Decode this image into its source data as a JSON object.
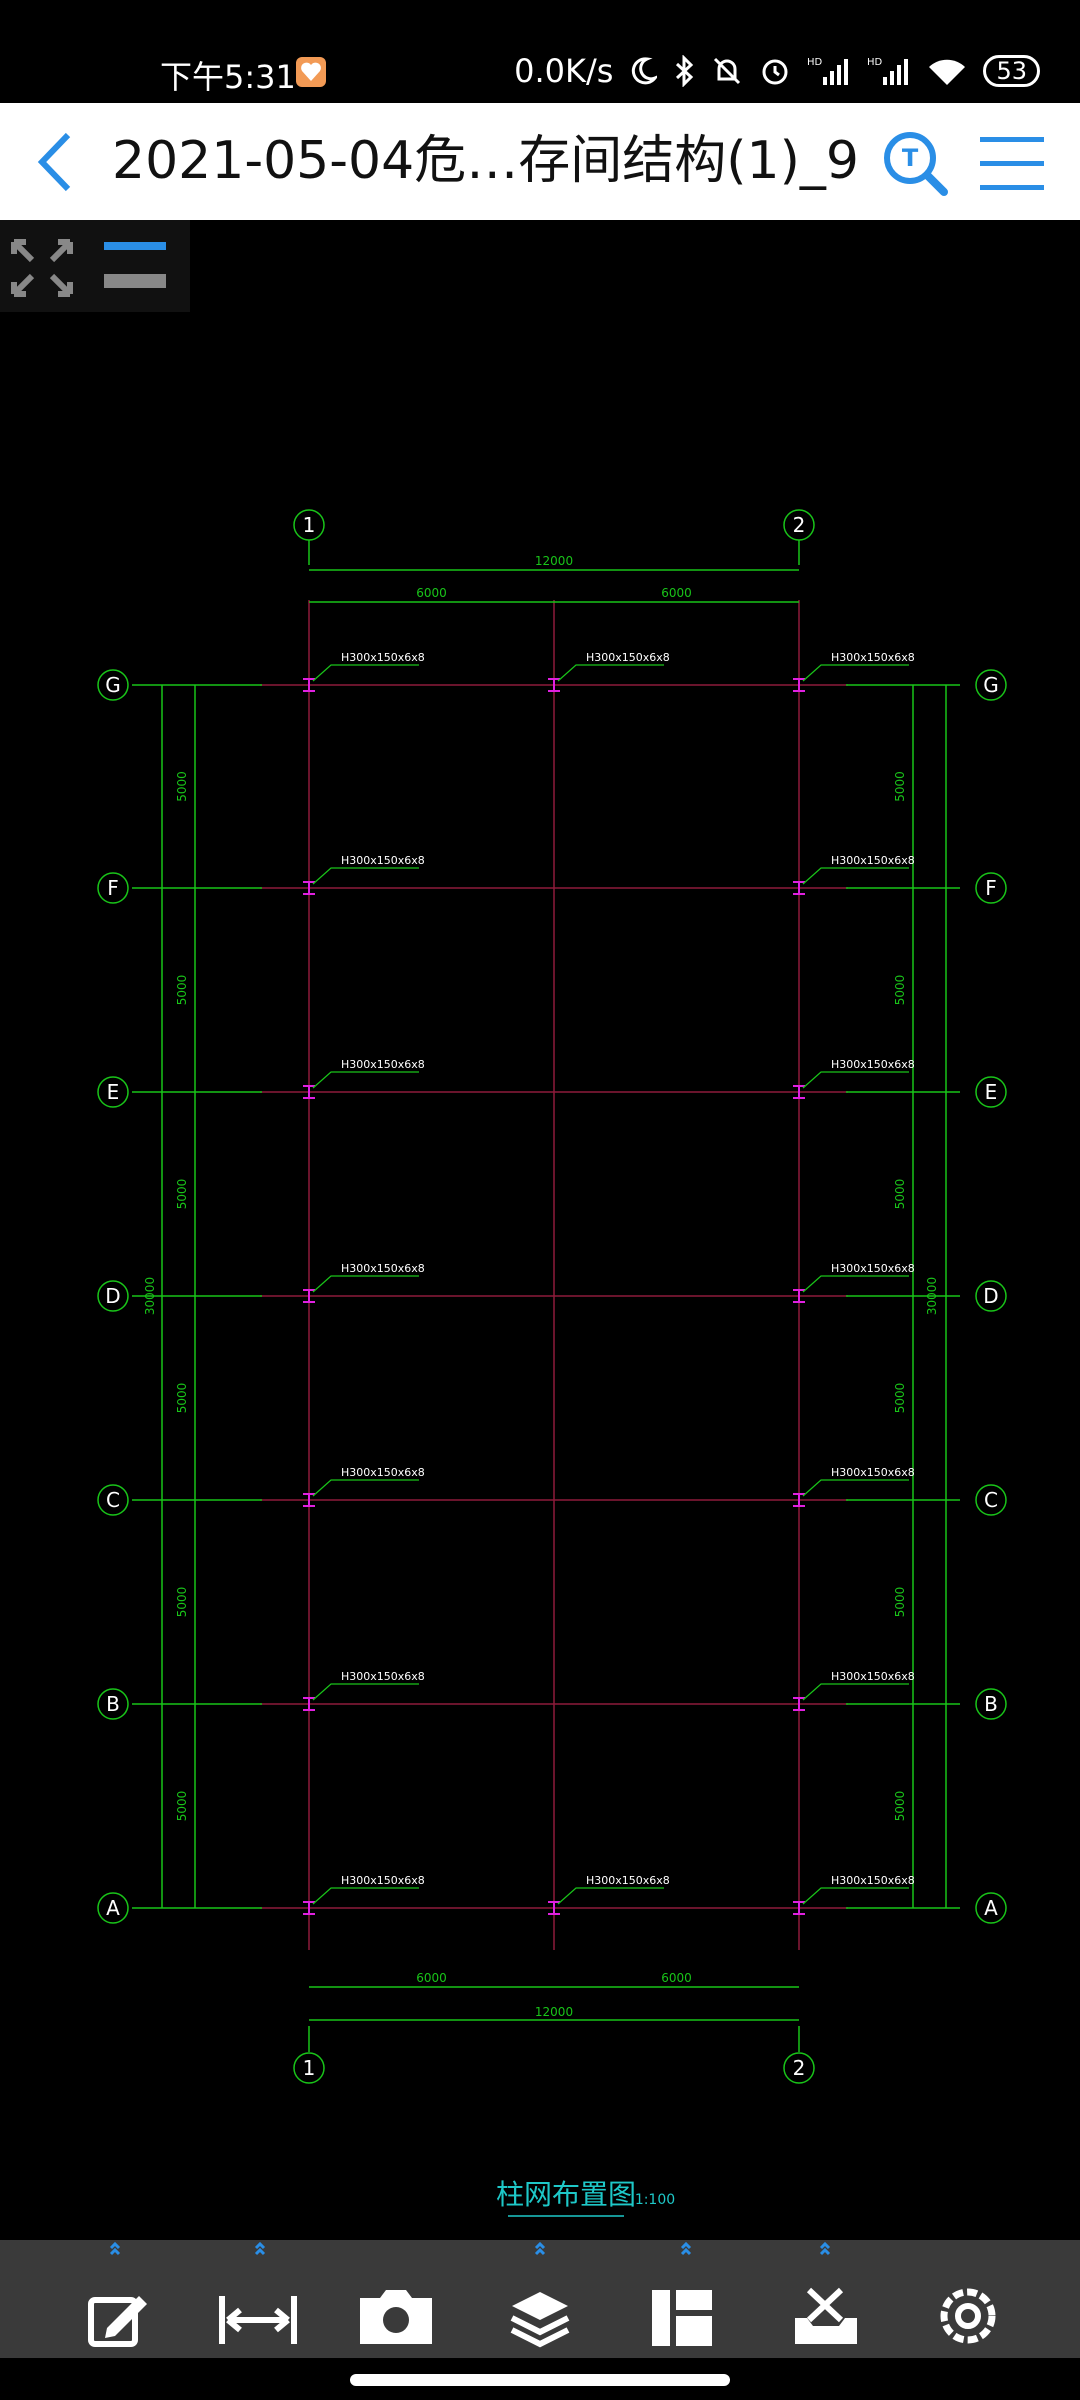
{
  "status_bar": {
    "time": "下午5:31",
    "net_speed": "0.0K/s",
    "battery": "53"
  },
  "header": {
    "title": "2021-05-04危…存间结构(1)_9",
    "back_icon": "chevron-left-icon",
    "search_icon": "text-search-icon",
    "menu_icon": "hamburger-menu-icon"
  },
  "drawing": {
    "top_axes": [
      "1",
      "2"
    ],
    "bottom_axes": [
      "1",
      "2"
    ],
    "row_axes": [
      "G",
      "F",
      "E",
      "D",
      "C",
      "B",
      "A"
    ],
    "top_total": "12000",
    "top_spans": [
      "6000",
      "6000"
    ],
    "bottom_spans": [
      "6000",
      "6000"
    ],
    "bottom_total": "12000",
    "row_span": "5000",
    "total_height": "30000",
    "member_label": "H300x150x6x8",
    "caption": "柱网布置图",
    "scale": "1:100"
  },
  "toolbar": {
    "items": [
      "edit-icon",
      "measure-icon",
      "camera-icon",
      "layers-icon",
      "layout-icon",
      "tools-icon",
      "settings-icon"
    ]
  },
  "colors": {
    "accent": "#2a8ee6",
    "grid_green": "#19c419",
    "axis_red": "#8e1b3a",
    "member_magenta": "#e020e0",
    "caption_cyan": "#1ec8c8"
  }
}
